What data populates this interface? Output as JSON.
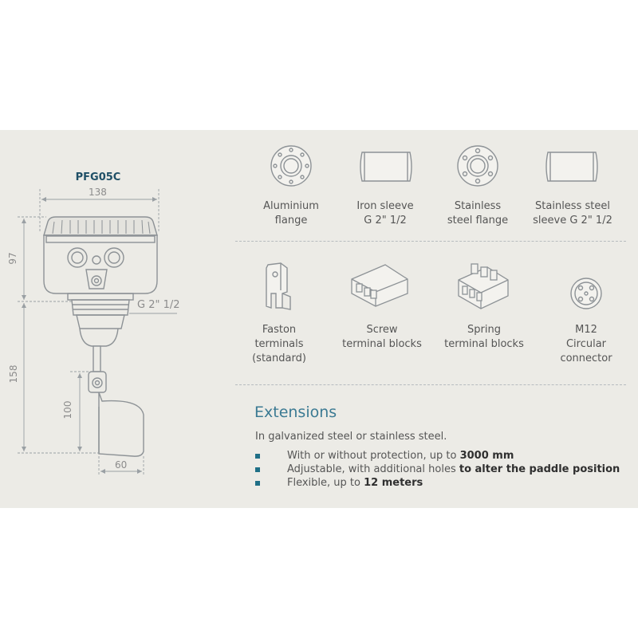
{
  "model_name": "PFG05C",
  "dimensions": {
    "width": "138",
    "head_height": "97",
    "thread": "G 2\" 1/2",
    "total_length": "158",
    "paddle_height": "100",
    "paddle_width": "60"
  },
  "options": [
    {
      "icon": "aluminium-flange-icon",
      "lines": [
        "Aluminium",
        "flange"
      ]
    },
    {
      "icon": "iron-sleeve-icon",
      "lines": [
        "Iron sleeve",
        "G 2\" 1/2"
      ]
    },
    {
      "icon": "stainless-flange-icon",
      "lines": [
        "Stainless",
        "steel flange"
      ]
    },
    {
      "icon": "stainless-sleeve-icon",
      "lines": [
        "Stainless steel",
        "sleeve G 2\" 1/2"
      ]
    },
    {
      "icon": "faston-terminal-icon",
      "lines": [
        "Faston",
        "terminals",
        "(standard)"
      ]
    },
    {
      "icon": "screw-terminal-block-icon",
      "lines": [
        "Screw",
        "terminal blocks"
      ]
    },
    {
      "icon": "spring-terminal-block-icon",
      "lines": [
        "Spring",
        "terminal blocks"
      ]
    },
    {
      "icon": "m12-connector-icon",
      "lines": [
        "M12",
        "Circular",
        "connector"
      ]
    }
  ],
  "extensions": {
    "title": "Extensions",
    "subtitle": "In galvanized steel or stainless steel.",
    "items": [
      {
        "text": "With or without protection, up to ",
        "bold": "3000 mm"
      },
      {
        "text": "Adjustable, with additional holes ",
        "bold": "to alter the paddle position"
      },
      {
        "text": "Flexible, up to ",
        "bold": "12 meters"
      }
    ]
  },
  "colors": {
    "panel": "#ecebe6",
    "accent": "#1f6f86",
    "heading": "#3b7a93",
    "line": "#8d9296"
  }
}
